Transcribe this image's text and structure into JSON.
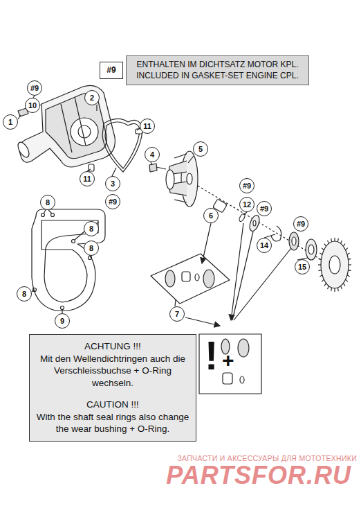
{
  "diagram": {
    "nodes": [
      {
        "text": [
          "#9"
        ]
      },
      {
        "text": [
          "ENTHALTEN IM DICHTSATZ MOTOR KPL.",
          "INCLUDED IN GASKET-SET ENGINE CPL."
        ]
      },
      {
        "text": [
          "ACHTUNG !!!",
          "Mit den Wellendichtringen auch die Verschleissbuchse + O-Ring wechseln.",
          "CAUTION !!!",
          "With the shaft seal rings also change the wear bushing + O-Ring."
        ]
      }
    ],
    "labels": [
      "#9",
      "10",
      "2",
      "1",
      "11",
      "4",
      "5",
      "11",
      "3",
      "#9",
      "#9",
      "8",
      "12",
      "#9",
      "#9",
      "6",
      "8",
      "14",
      "8",
      "15",
      "8",
      "7",
      "9",
      "!",
      "+",
      "ЗАПЧАСТИ И АКСЕССУАРЫ ДЛЯ МОТОТЕХНИКИ",
      "PARTSFOR.RU"
    ]
  }
}
